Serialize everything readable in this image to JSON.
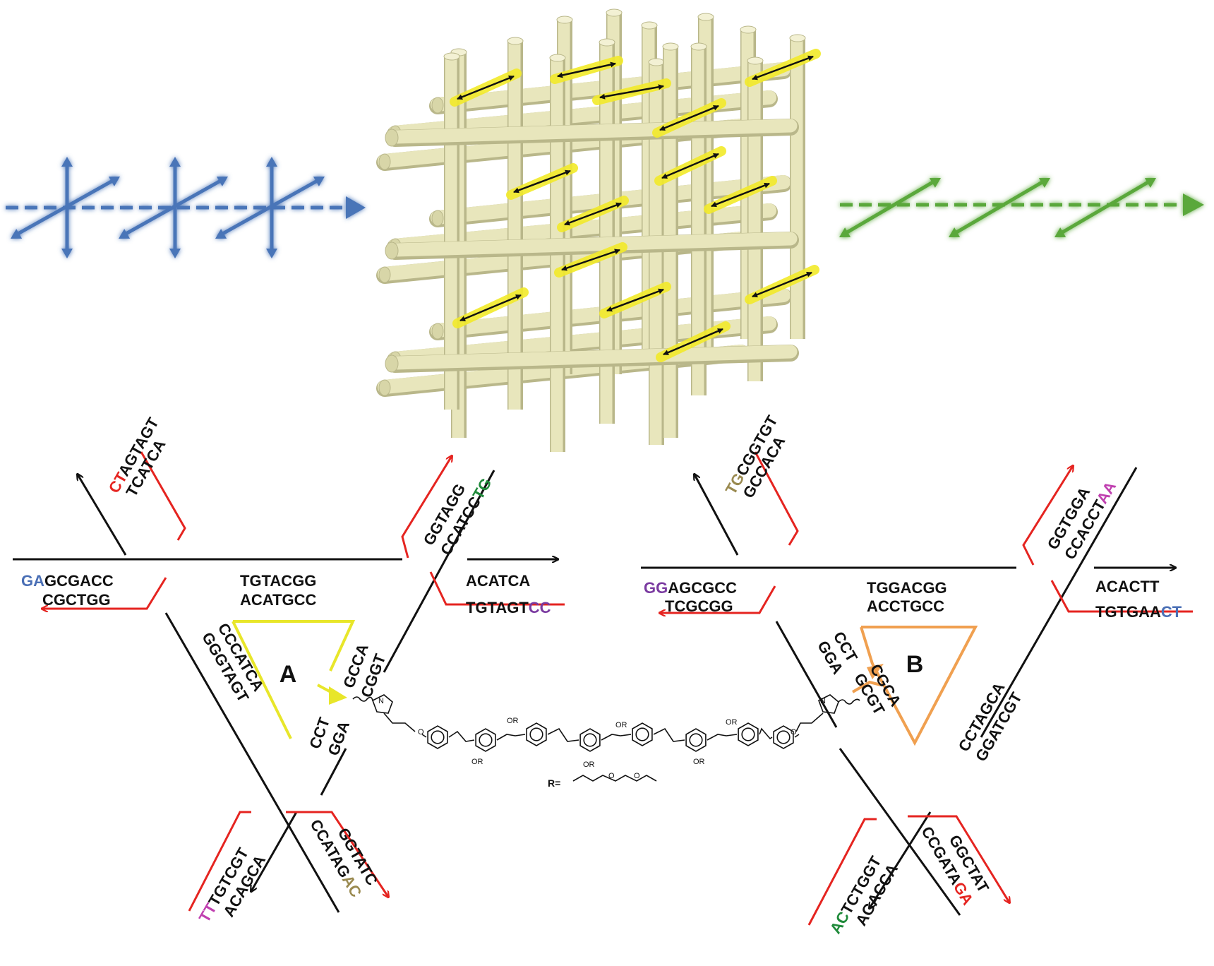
{
  "colors": {
    "input_light": "#4a74b8",
    "output_light": "#5aa83a",
    "lattice_rod": "#e8e6bc",
    "lattice_rod_edge": "#b9b78a",
    "dye_highlight": "#f2ea2a",
    "strand_red": "#e52420",
    "strand_black": "#111111",
    "triangle_A": "#e8e62a",
    "triangle_B": "#f0a050",
    "nt_blue": "#4a6fb5",
    "nt_green": "#1f8a3a",
    "nt_red": "#e52420",
    "nt_purple": "#7a3aa0",
    "nt_magenta": "#c040b0",
    "nt_olive": "#9a8a50"
  },
  "icons": {
    "input": "polarized-light-input-arrows-icon",
    "output": "polarized-light-output-arrows-icon",
    "lattice": "3d-dna-crystal-lattice-icon",
    "linker": "oligo-phenylenevinylene-linker-structure-icon"
  },
  "tile_a": {
    "label": "A",
    "sequences": {
      "top_left_arm": {
        "hl": "CT",
        "hl_color": "nt_red",
        "s1_rest": "AGTAGT",
        "s2": "TCATCA"
      },
      "left_end": {
        "hl": "GA",
        "hl_color": "nt_blue",
        "s1_rest": "GCGACC",
        "s2": "CGCTGG"
      },
      "center_top": {
        "s1": "TGTACGG",
        "s2": "ACATGCC"
      },
      "top_right_arm": {
        "s1": "GGTAGG",
        "s2_rest": "CCATCC",
        "hl": "TG",
        "hl_color": "nt_green"
      },
      "right_end": {
        "s1": "ACATCA",
        "s2_rest": "TGTAGT",
        "hl": "CC",
        "hl_color": "nt_purple"
      },
      "left_diag": {
        "s1": "CCCATCA",
        "s2": "GGGTAGT"
      },
      "near_linker_upper": {
        "s1": "GCCA",
        "s2": "CGGT"
      },
      "near_linker_lower": {
        "s1": "CCT",
        "s2": "GGA"
      },
      "bottom_left_arm": {
        "hl": "TT",
        "hl_color": "nt_magenta",
        "s1_rest": "TGTCGT",
        "s2": "ACAGCA"
      },
      "bottom_right_arm": {
        "s1": "GGTATC",
        "s2_rest": "CCATAG",
        "hl": "AC",
        "hl_color": "nt_olive"
      }
    }
  },
  "tile_b": {
    "label": "B",
    "sequences": {
      "top_left_arm": {
        "hl": "TG",
        "hl_color": "nt_olive",
        "s1_rest": "CGGTGT",
        "s2": "GCCACA"
      },
      "left_end": {
        "hl": "GG",
        "hl_color": "nt_purple",
        "s1_rest": "AGCGCC",
        "s2": "TCGCGG"
      },
      "center_top": {
        "s1": "TGGACGG",
        "s2": "ACCTGCC"
      },
      "top_right_arm": {
        "s1": "GGTGGA",
        "s2_rest": "CCACCT",
        "hl": "AA",
        "hl_color": "nt_magenta"
      },
      "right_end": {
        "s1": "ACACTT",
        "s2_rest": "TGTGAA",
        "hl": "CT",
        "hl_color": "nt_blue"
      },
      "near_linker_upper": {
        "s1": "CCT",
        "s2": "GGA"
      },
      "near_linker_lower": {
        "s1": "CGCA",
        "s2": "GCGT"
      },
      "right_diag": {
        "s1": "CCTAGCA",
        "s2": "GGATCGT"
      },
      "bottom_left_arm": {
        "hl": "AC",
        "hl_color": "nt_green",
        "s1_rest": "TCTGGT",
        "s2": "AGACCA"
      },
      "bottom_right_arm": {
        "s1": "GGCTAT",
        "s2_rest": "CCGATA",
        "hl": "GA",
        "hl_color": "nt_red"
      }
    }
  },
  "linker": {
    "substituent_label": "OR",
    "r_definition": "R=",
    "atom_labels": [
      "N",
      "O"
    ]
  }
}
